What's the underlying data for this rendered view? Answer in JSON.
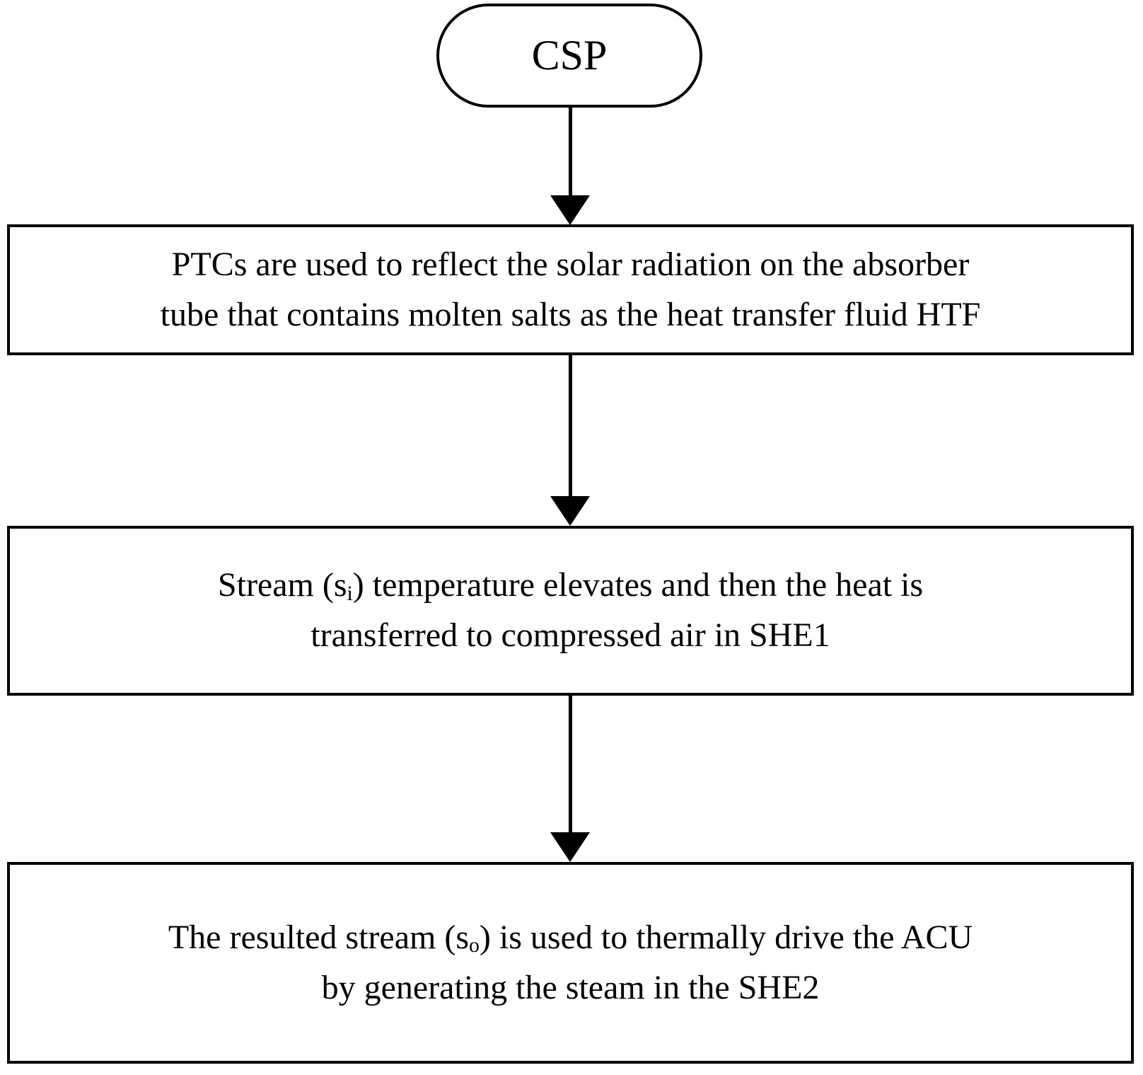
{
  "diagram": {
    "background_color": "#ffffff",
    "stroke_color": "#000000",
    "nodes": [
      {
        "id": "csp",
        "shape": "terminator",
        "label": "CSP"
      },
      {
        "id": "step-1",
        "shape": "process",
        "line1": "PTCs are used to reflect the solar radiation on the absorber",
        "line2": "tube that contains molten salts as the heat transfer fluid HTF"
      },
      {
        "id": "step-2",
        "shape": "process",
        "line1_before_sub": "Stream (s",
        "line1_sub": "i",
        "line1_after_sub": ") temperature elevates and then the heat is",
        "line2": "transferred to compressed air in SHE1"
      },
      {
        "id": "step-3",
        "shape": "process",
        "line1_before_sub": "The resulted stream (s",
        "line1_sub": "o",
        "line1_after_sub": ") is used to thermally drive the ACU",
        "line2": "by generating the steam in the SHE2"
      }
    ],
    "edges": [
      {
        "from": "csp",
        "to": "step-1"
      },
      {
        "from": "step-1",
        "to": "step-2"
      },
      {
        "from": "step-2",
        "to": "step-3"
      }
    ]
  }
}
